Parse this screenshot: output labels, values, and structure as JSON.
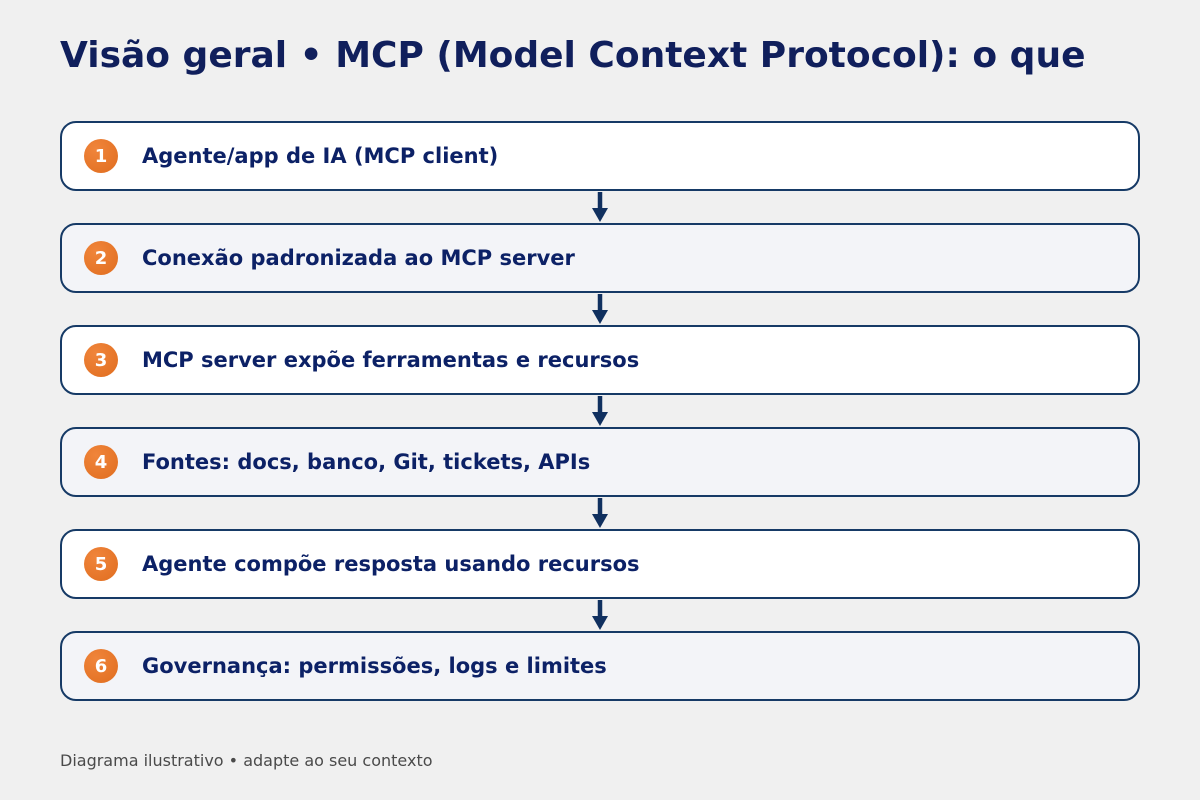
{
  "title": "Visão geral • MCP (Model Context Protocol): o que",
  "steps": [
    {
      "num": "1",
      "label": "Agente/app de IA (MCP client)"
    },
    {
      "num": "2",
      "label": "Conexão padronizada ao MCP server"
    },
    {
      "num": "3",
      "label": "MCP server expõe ferramentas e recursos"
    },
    {
      "num": "4",
      "label": "Fontes: docs, banco, Git, tickets, APIs"
    },
    {
      "num": "5",
      "label": "Agente compõe resposta usando recursos"
    },
    {
      "num": "6",
      "label": "Governança: permissões, logs e limites"
    }
  ],
  "footer": "Diagrama ilustrativo • adapte ao seu contexto",
  "colors": {
    "background": "#f0f0f0",
    "navy_title": "#101f5c",
    "navy_border": "#163a66",
    "navy_arrow": "#10305f",
    "badge_orange": "#e8742c",
    "box_bg": "#ffffff",
    "box_bg_alt": "#f3f4f8",
    "footer_gray": "#4a4a4a"
  }
}
